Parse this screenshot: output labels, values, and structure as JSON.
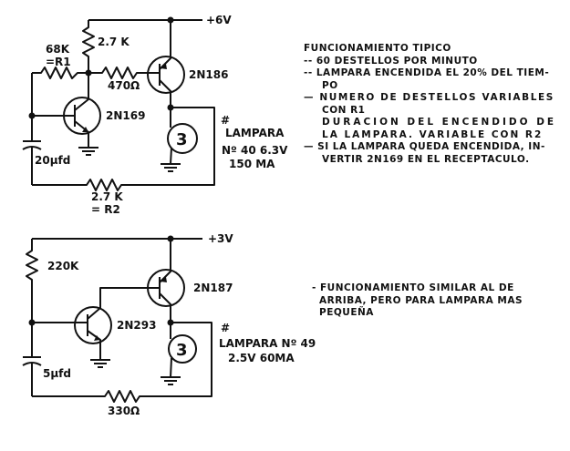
{
  "circuit_top": {
    "supply": "+6V",
    "r_collector": "2.7 K",
    "r1_value": "68K",
    "r1_name": "=R1",
    "r_base": "470Ω",
    "q2": "2N186",
    "q1": "2N169",
    "capacitor": "20µfd",
    "r2_value": "2.7 K",
    "r2_name": "= R2",
    "lamp_mark": "#",
    "lamp_name": "LAMPARA",
    "lamp_no": "Nº 40  6.3V",
    "lamp_current": "150 MA",
    "lamp_glyph": "3"
  },
  "circuit_bottom": {
    "supply": "+3V",
    "r_bias": "220K",
    "q2": "2N187",
    "q1": "2N293",
    "capacitor": "5µfd",
    "r_feedback": "330Ω",
    "lamp_mark": "#",
    "lamp_name": "LAMPARA Nº 49",
    "lamp_rating": "2.5V  60MA",
    "lamp_glyph": "3"
  },
  "notes_top": [
    "FUNCIONAMIENTO TIPICO",
    "-- 60 DESTELLOS POR MINUTO",
    "-- LAMPARA ENCENDIDA EL 20% DEL TIEM-",
    "PO",
    "— NUMERO DE DESTELLOS VARIABLES",
    "CON R1",
    "DURACION DEL ENCENDIDO DE",
    "LA LAMPARA. VARIABLE CON R2",
    "— SI LA LAMPARA QUEDA ENCENDIDA, IN-",
    "VERTIR 2N169 EN EL RECEPTACULO."
  ],
  "notes_bottom": [
    "- FUNCIONAMIENTO SIMILAR AL DE",
    "ARRIBA, PERO PARA LAMPARA MAS",
    "PEQUEÑA"
  ]
}
